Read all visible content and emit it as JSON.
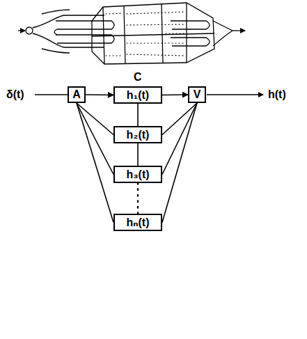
{
  "diagram": {
    "nodes": [
      {
        "text": [
          "A"
        ]
      },
      {
        "text": [
          "h₁(t)"
        ]
      },
      {
        "text": [
          "V"
        ]
      },
      {
        "text": [
          "h₂(t)"
        ]
      },
      {
        "text": [
          "h₃(t)"
        ]
      },
      {
        "text": [
          "hₙ(t)"
        ]
      }
    ],
    "edges": [
      {
        "from": 0,
        "to": 1,
        "arrow": "to"
      },
      {
        "from": 1,
        "to": 2,
        "arrow": "to"
      },
      {
        "from": 0,
        "to": 3,
        "arrow": "none"
      },
      {
        "from": 0,
        "to": 4,
        "arrow": "none"
      },
      {
        "from": 0,
        "to": 5,
        "arrow": "none"
      },
      {
        "from": 1,
        "to": 3,
        "arrow": "none"
      },
      {
        "from": 3,
        "to": 4,
        "arrow": "none"
      },
      {
        "from": 4,
        "to": 5,
        "arrow": "none"
      },
      {
        "from": 3,
        "to": 2,
        "arrow": "none"
      },
      {
        "from": 4,
        "to": 2,
        "arrow": "none"
      },
      {
        "from": 5,
        "to": 2,
        "arrow": "none"
      }
    ],
    "labels": [
      "C",
      "δ(t)",
      "h(t)"
    ]
  }
}
